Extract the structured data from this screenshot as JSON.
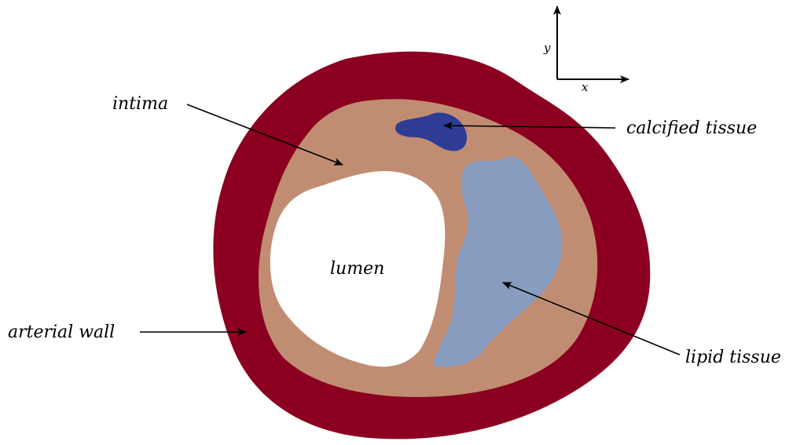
{
  "labels": {
    "intima": "intima",
    "lumen": "lumen",
    "calcified": "calcified tissue",
    "lipid": "lipid tissue",
    "arterial_wall": "arterial wall"
  },
  "axes": {
    "x": "x",
    "y": "y"
  },
  "colors": {
    "arterial_wall": "#8b0020",
    "intima": "#c18d72",
    "lumen": "#ffffff",
    "calcified": "#2f3c95",
    "lipid": "#879cbf",
    "arrows": "#000000"
  }
}
